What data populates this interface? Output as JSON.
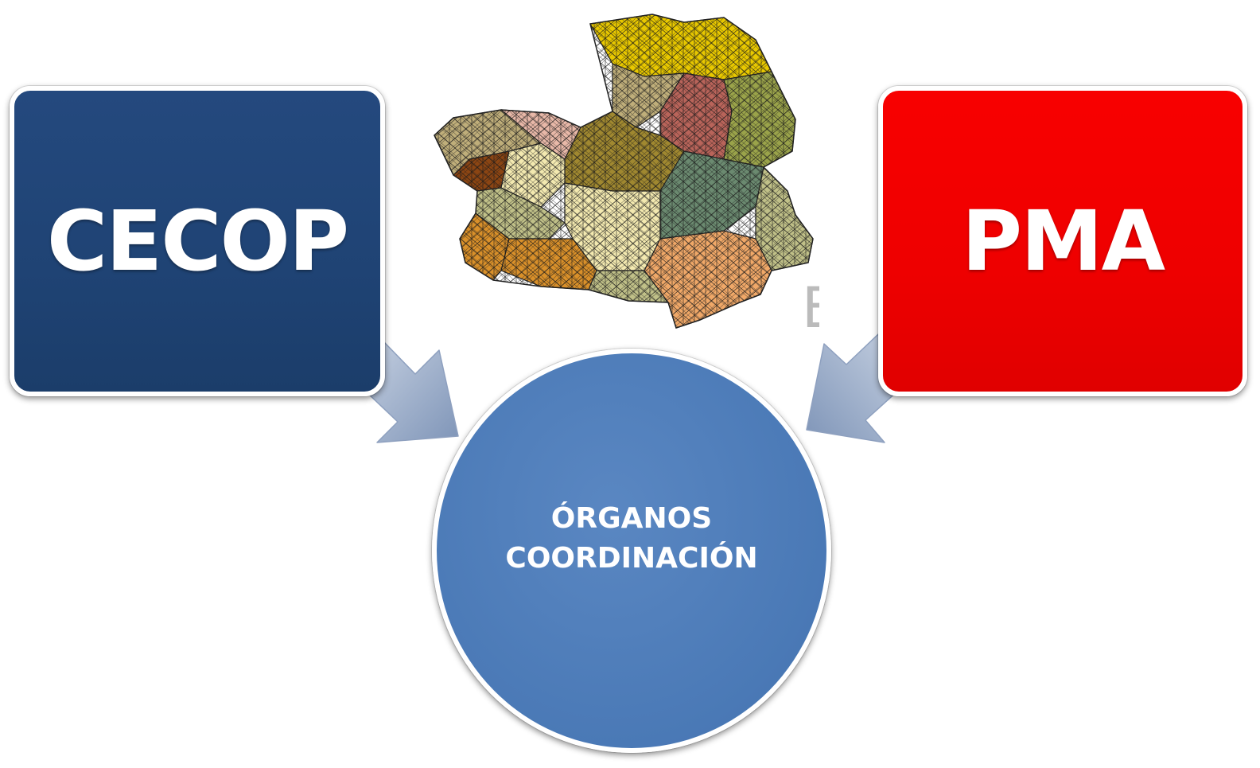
{
  "diagram": {
    "nodes": {
      "cecop": {
        "label": "CECOP",
        "color": "#1f4374"
      },
      "pma": {
        "label": "PMA",
        "color": "#f00000"
      },
      "organos": {
        "line1": "ÓRGANOS",
        "line2": "COORDINACIÓN",
        "color": "#4a79b6"
      }
    },
    "edges": [
      {
        "from": "cecop",
        "to": "organos"
      },
      {
        "from": "pma",
        "to": "organos"
      }
    ],
    "map": {
      "icon": "regional-map",
      "region_colors": [
        "#e8c800",
        "#bfae7a",
        "#b9645a",
        "#9aa34a",
        "#6b8a70",
        "#f3e9b0",
        "#d9902a",
        "#f0a868",
        "#8b4513",
        "#e8b8a8",
        "#c0c088",
        "#a08830"
      ],
      "partial_letter": "E"
    }
  }
}
